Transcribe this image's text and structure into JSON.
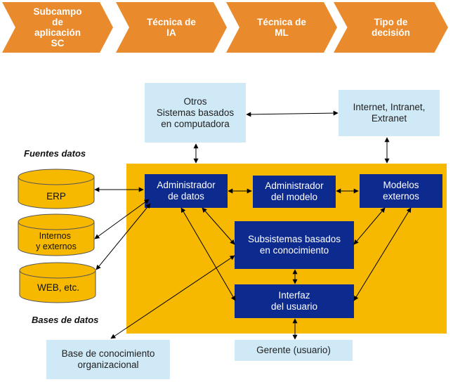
{
  "header_steps": [
    {
      "label": "Subcampo\nde\naplicación\nSC"
    },
    {
      "label": "Técnica de\nIA"
    },
    {
      "label": "Técnica de\nML"
    },
    {
      "label": "Tipo de\ndecisión"
    }
  ],
  "labels": {
    "fuentes_datos": "Fuentes datos",
    "bases_datos": "Bases de datos"
  },
  "databases": [
    {
      "label": "ERP"
    },
    {
      "label": "Internos\ny externos"
    },
    {
      "label": "WEB, etc."
    }
  ],
  "external_boxes": {
    "otros": "Otros\nSistemas  basados\nen computadora",
    "internet": "Internet, Intranet,\nExtranet",
    "base_conocimiento": "Base de conocimiento\norganizacional",
    "gerente": "Gerente (usuario)"
  },
  "modules": {
    "admin_datos": "Administrador\nde datos",
    "admin_modelo": "Administrador\ndel modelo",
    "modelos_externos": "Modelos\nexternos",
    "subsistemas": "Subsistemas basados\nen conocimiento",
    "interfaz": "Interfaz\ndel usuario"
  },
  "colors": {
    "chevron": "#e98a2c",
    "yellow": "#f7b900",
    "light_blue": "#cfe9f7",
    "dark_blue": "#0d2a8f",
    "cylinder": "#f7b900"
  }
}
